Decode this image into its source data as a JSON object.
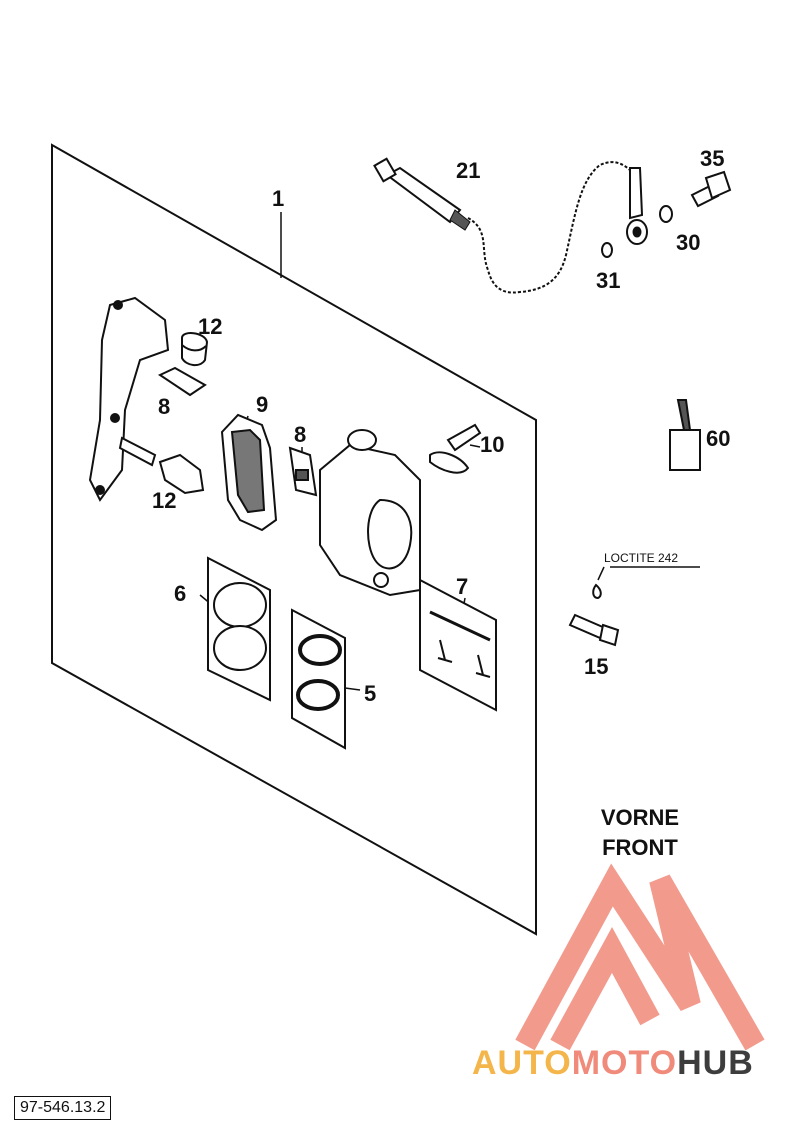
{
  "diagram": {
    "callouts": {
      "c1": "1",
      "c21": "21",
      "c35": "35",
      "c30": "30",
      "c31": "31",
      "c12a": "12",
      "c8a": "8",
      "c9": "9",
      "c8b": "8",
      "c10": "10",
      "c60": "60",
      "c12b": "12",
      "c6": "6",
      "c7": "7",
      "c5": "5",
      "c15": "15"
    },
    "note_loctite": "LOCTITE 242",
    "direction": {
      "line1": "VORNE",
      "line2": "FRONT"
    },
    "drawing_number": "97-546.13.2"
  },
  "watermark": {
    "part1": "AUTO",
    "part2": "MOTO",
    "part3": "HUB",
    "colors": {
      "auto": "#f4b54a",
      "moto": "#f08a7a",
      "hub": "#3d3d3d",
      "logo": "#f08a7a"
    }
  }
}
